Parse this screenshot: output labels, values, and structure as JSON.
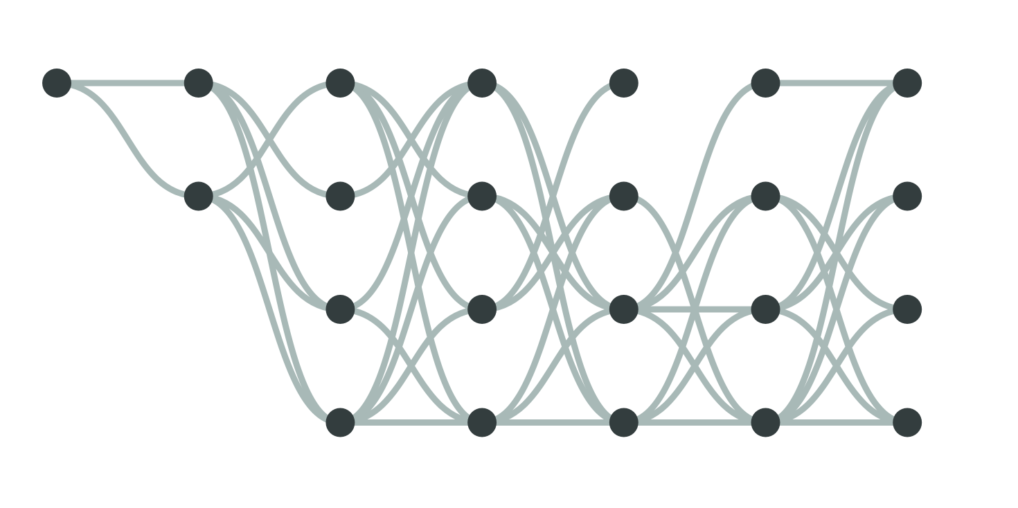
{
  "diagram": {
    "type": "layered-graph",
    "layers": 7,
    "rows_per_layer": 4,
    "colors": {
      "node": "#333d3e",
      "edge": "#a8b9b7",
      "background": "#ffffff"
    },
    "nodes": [
      {
        "id": "n0_0",
        "layer": 0,
        "row": 0
      },
      {
        "id": "n1_0",
        "layer": 1,
        "row": 0
      },
      {
        "id": "n1_1",
        "layer": 1,
        "row": 1
      },
      {
        "id": "n2_0",
        "layer": 2,
        "row": 0
      },
      {
        "id": "n2_1",
        "layer": 2,
        "row": 1
      },
      {
        "id": "n2_2",
        "layer": 2,
        "row": 2
      },
      {
        "id": "n2_3",
        "layer": 2,
        "row": 3
      },
      {
        "id": "n3_0",
        "layer": 3,
        "row": 0
      },
      {
        "id": "n3_1",
        "layer": 3,
        "row": 1
      },
      {
        "id": "n3_2",
        "layer": 3,
        "row": 2
      },
      {
        "id": "n3_3",
        "layer": 3,
        "row": 3
      },
      {
        "id": "n4_0",
        "layer": 4,
        "row": 0
      },
      {
        "id": "n4_1",
        "layer": 4,
        "row": 1
      },
      {
        "id": "n4_2",
        "layer": 4,
        "row": 2
      },
      {
        "id": "n4_3",
        "layer": 4,
        "row": 3
      },
      {
        "id": "n5_0",
        "layer": 5,
        "row": 0
      },
      {
        "id": "n5_1",
        "layer": 5,
        "row": 1
      },
      {
        "id": "n5_2",
        "layer": 5,
        "row": 2
      },
      {
        "id": "n5_3",
        "layer": 5,
        "row": 3
      },
      {
        "id": "n6_0",
        "layer": 6,
        "row": 0
      },
      {
        "id": "n6_1",
        "layer": 6,
        "row": 1
      },
      {
        "id": "n6_2",
        "layer": 6,
        "row": 2
      },
      {
        "id": "n6_3",
        "layer": 6,
        "row": 3
      }
    ],
    "edges": [
      [
        "n0_0",
        "n1_0"
      ],
      [
        "n0_0",
        "n1_1"
      ],
      [
        "n1_0",
        "n2_1"
      ],
      [
        "n1_0",
        "n2_2"
      ],
      [
        "n1_0",
        "n2_3"
      ],
      [
        "n1_1",
        "n2_0"
      ],
      [
        "n1_1",
        "n2_2"
      ],
      [
        "n1_1",
        "n2_3"
      ],
      [
        "n2_0",
        "n3_1"
      ],
      [
        "n2_0",
        "n3_2"
      ],
      [
        "n2_0",
        "n3_3"
      ],
      [
        "n2_1",
        "n3_0"
      ],
      [
        "n2_2",
        "n3_0"
      ],
      [
        "n2_2",
        "n3_3"
      ],
      [
        "n2_3",
        "n3_0"
      ],
      [
        "n2_3",
        "n3_1"
      ],
      [
        "n2_3",
        "n3_2"
      ],
      [
        "n2_3",
        "n3_3"
      ],
      [
        "n3_0",
        "n4_2"
      ],
      [
        "n3_0",
        "n4_3"
      ],
      [
        "n3_1",
        "n4_2"
      ],
      [
        "n3_1",
        "n4_3"
      ],
      [
        "n3_2",
        "n4_0"
      ],
      [
        "n3_2",
        "n4_1"
      ],
      [
        "n3_3",
        "n4_1"
      ],
      [
        "n3_3",
        "n4_2"
      ],
      [
        "n3_3",
        "n4_3"
      ],
      [
        "n4_1",
        "n5_3"
      ],
      [
        "n4_2",
        "n5_0"
      ],
      [
        "n4_2",
        "n5_1"
      ],
      [
        "n4_2",
        "n5_2"
      ],
      [
        "n4_2",
        "n5_3"
      ],
      [
        "n4_3",
        "n5_1"
      ],
      [
        "n4_3",
        "n5_2"
      ],
      [
        "n4_3",
        "n5_3"
      ],
      [
        "n5_0",
        "n6_0"
      ],
      [
        "n5_1",
        "n6_2"
      ],
      [
        "n5_1",
        "n6_3"
      ],
      [
        "n5_2",
        "n6_0"
      ],
      [
        "n5_2",
        "n6_1"
      ],
      [
        "n5_2",
        "n6_3"
      ],
      [
        "n5_3",
        "n6_0"
      ],
      [
        "n5_3",
        "n6_1"
      ],
      [
        "n5_3",
        "n6_2"
      ],
      [
        "n5_3",
        "n6_3"
      ]
    ]
  }
}
